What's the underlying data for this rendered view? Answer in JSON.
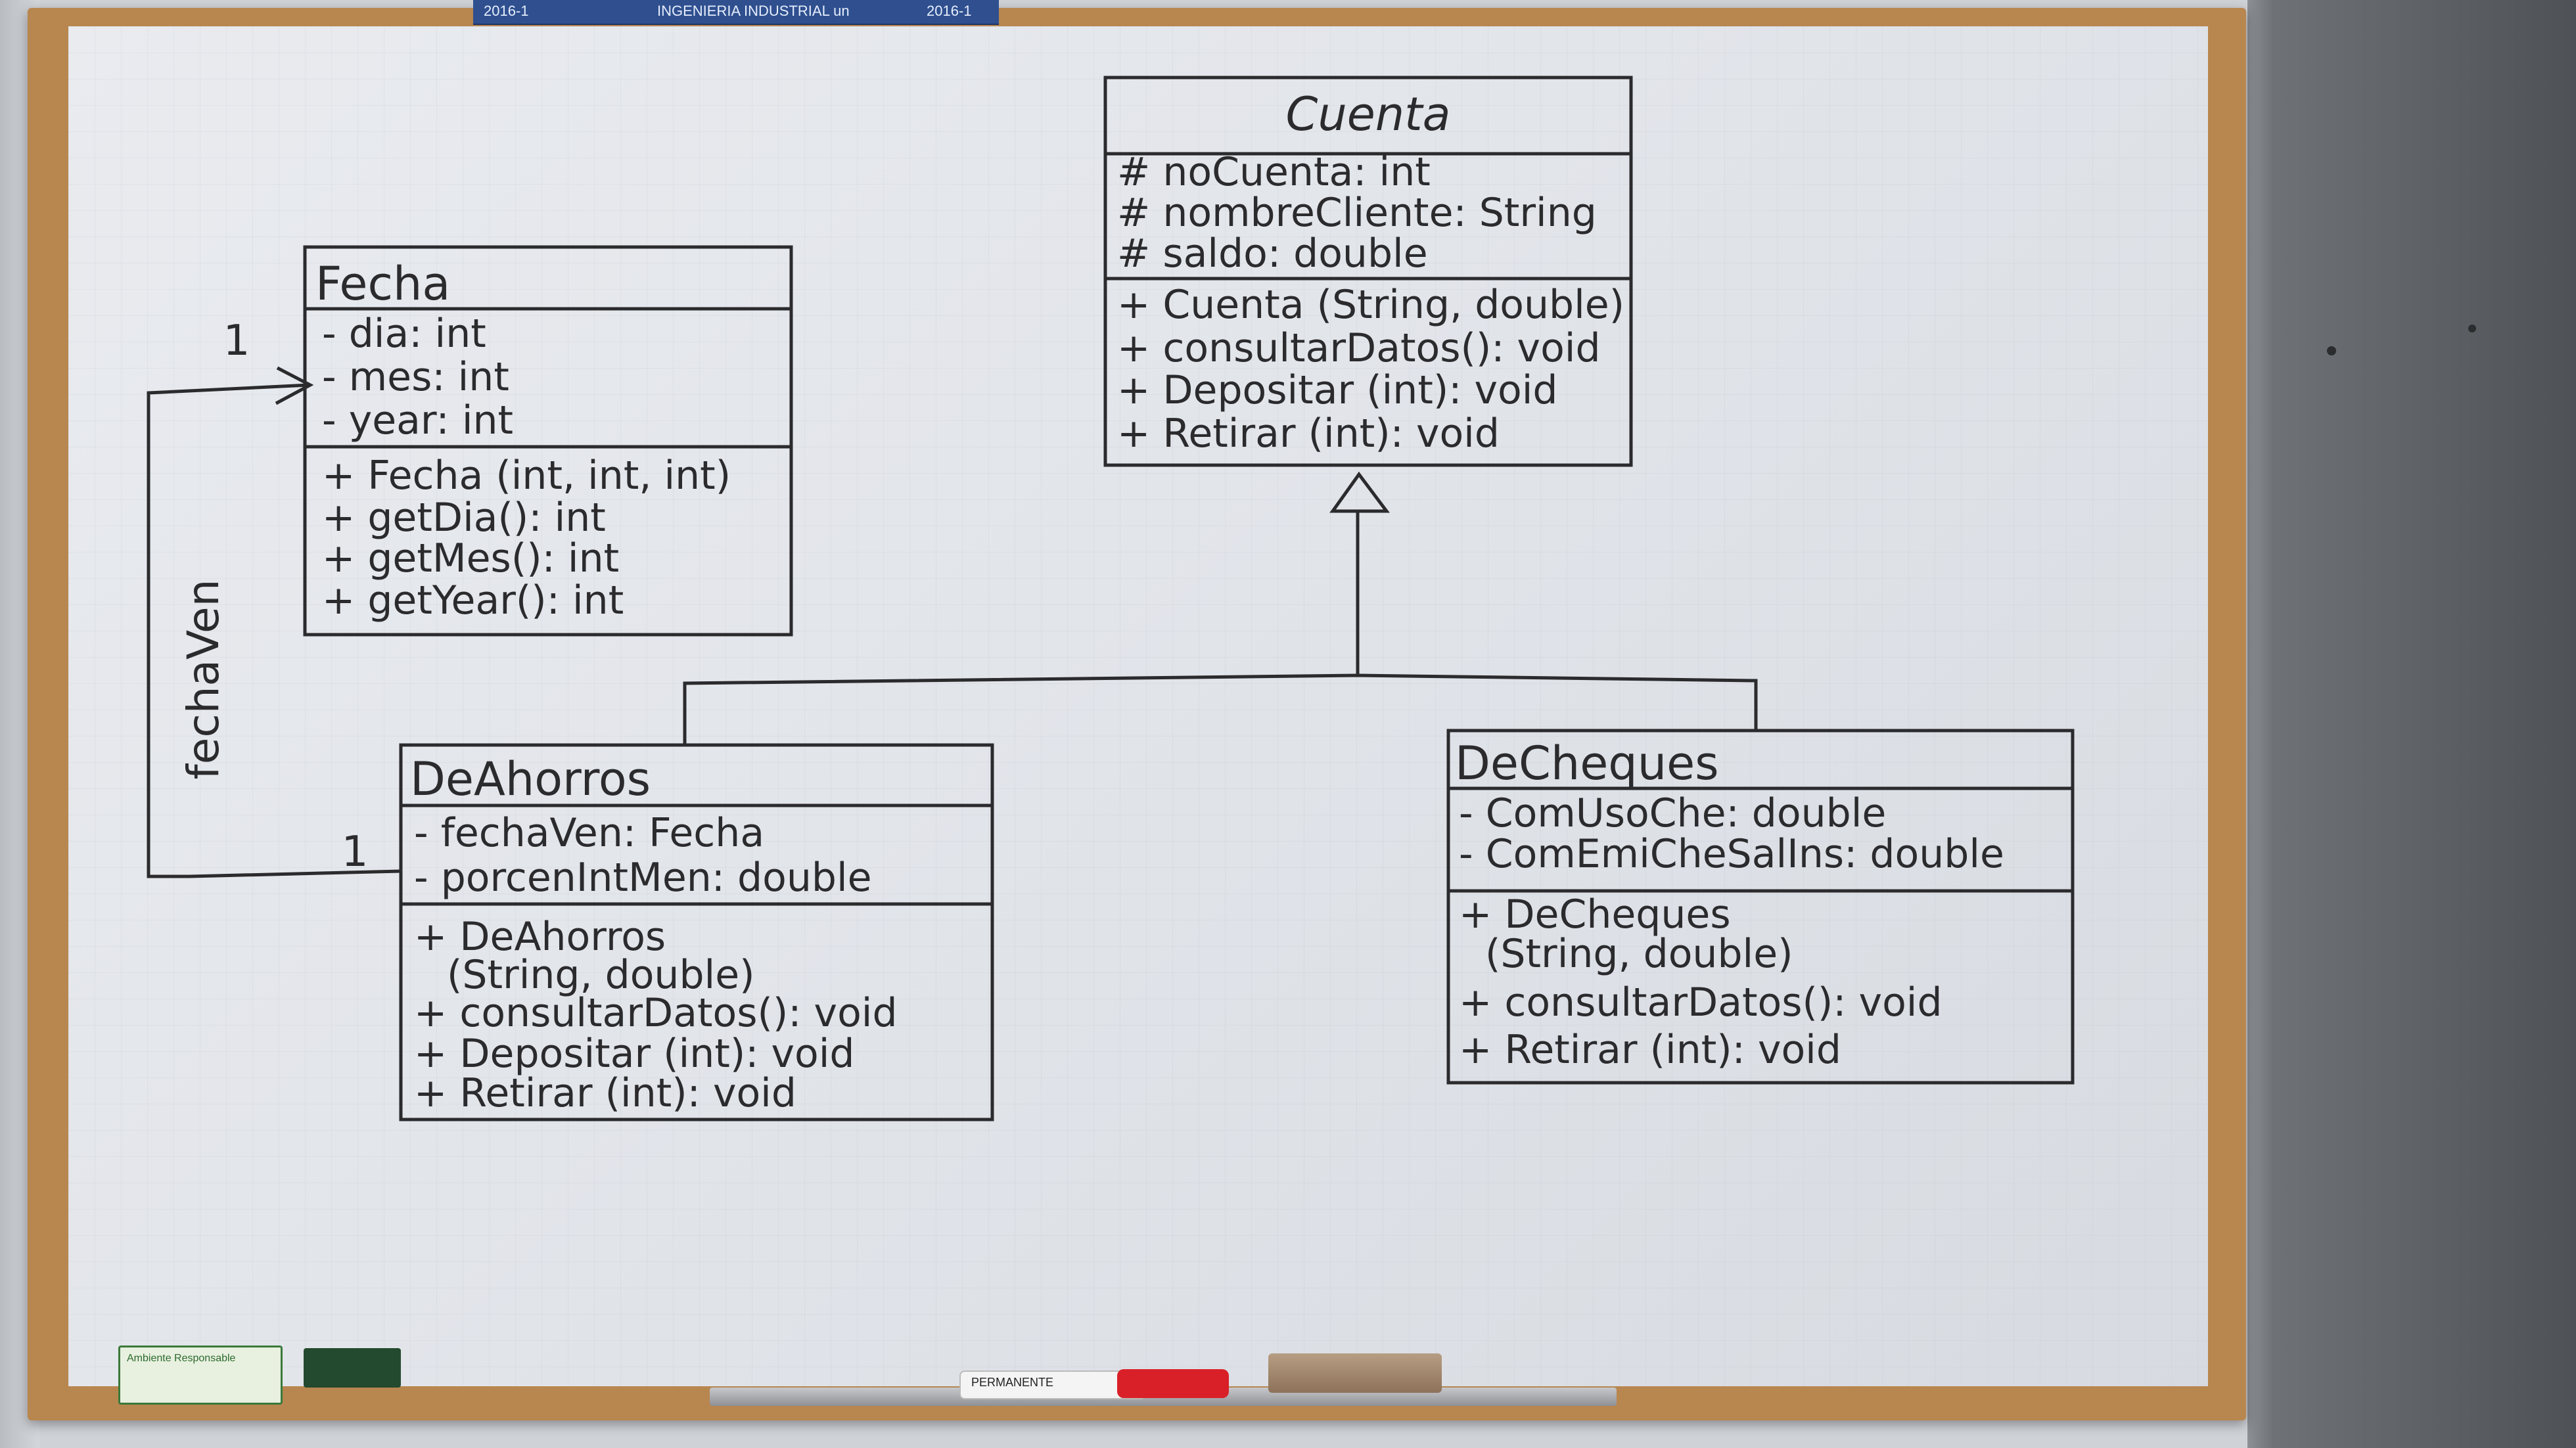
{
  "board": {
    "top_label_left": "2016-1",
    "top_label_mid": "INGENIERIA INDUSTRIAL un",
    "top_label_right": "2016-1",
    "marker_text": "PERMANENTE",
    "sticker_text": "Ambiente Responsable"
  },
  "classes": {
    "cuenta": {
      "name": "Cuenta",
      "attributes": [
        "# noCuenta: int",
        "# nombreCliente: String",
        "# saldo: double"
      ],
      "methods": [
        "+ Cuenta (String, double)",
        "+ consultarDatos(): void",
        "+ Depositar (int): void",
        "+ Retirar (int): void"
      ]
    },
    "fecha": {
      "name": "Fecha",
      "attributes": [
        "- dia: int",
        "- mes: int",
        "- year: int"
      ],
      "methods": [
        "+ Fecha (int, int, int)",
        "+ getDia(): int",
        "+ getMes(): int",
        "+ getYear(): int"
      ]
    },
    "deahorros": {
      "name": "DeAhorros",
      "attributes": [
        "- fechaVen: Fecha",
        "- porcenIntMen: double"
      ],
      "methods": [
        "+ DeAhorros",
        "(String, double)",
        "+ consultarDatos(): void",
        "+ Depositar (int): void",
        "+ Retirar (int): void"
      ]
    },
    "decheques": {
      "name": "DeCheques",
      "attributes": [
        "- ComUsoChe: double",
        "- ComEmiCheSalIns: double"
      ],
      "methods": [
        "+ DeCheques",
        "(String, double)",
        "+ consultarDatos(): void",
        "+ Retirar (int): void"
      ]
    }
  },
  "association": {
    "role_label": "fechaVen",
    "multiplicity_fecha": "1",
    "multiplicity_deahorros": "1"
  }
}
